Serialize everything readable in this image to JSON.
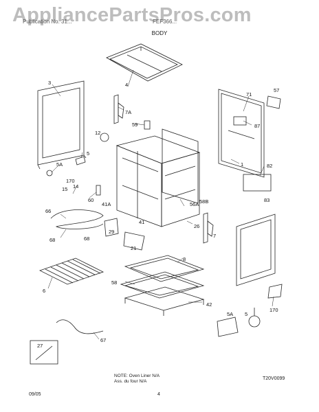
{
  "watermark": "AppliancePartsPros.com",
  "header": {
    "left": "Publication No. 31...",
    "right": "FEF366...",
    "section_title": "BODY"
  },
  "callouts": {
    "c3": "3",
    "c4": "4",
    "c7A": "7A",
    "c59": "59",
    "c71": "71",
    "c57": "57",
    "c87": "87",
    "c12": "12",
    "c5a": "5",
    "c5Aa": "5A",
    "c170a": "170",
    "c14": "14",
    "c15": "15",
    "c60": "60",
    "c41A": "41A",
    "c1": "1",
    "c82": "82",
    "c83": "83",
    "c56A": "56A",
    "c58B": "58B",
    "c66": "66",
    "c68a": "68",
    "c68b": "68",
    "c29": "29",
    "c41": "41",
    "c21": "21",
    "c26": "26",
    "c7": "7",
    "c8": "8",
    "c58": "58",
    "c6": "6",
    "c42": "42",
    "c170b": "170",
    "c5Ab": "5A",
    "c5b": "5",
    "c27": "27",
    "c67": "67"
  },
  "note": {
    "line1": "NOTE: Oven Liner N/A",
    "line2": "Ass. du four N/A"
  },
  "part_code": "T20V0099",
  "footer": {
    "date": "09/05",
    "page": "4"
  }
}
